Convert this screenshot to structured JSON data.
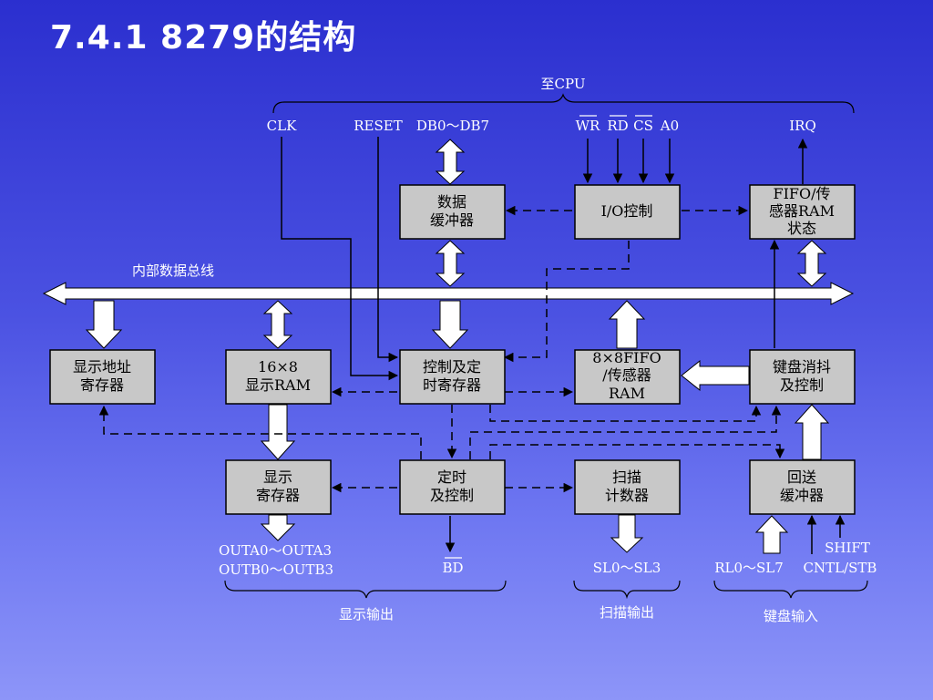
{
  "title": "7.4.1 8279的结构",
  "labels": {
    "to_cpu": "至CPU",
    "clk": "CLK",
    "reset": "RESET",
    "db": "DB0～DB7",
    "wr": "WR",
    "rd": "RD",
    "cs": "CS",
    "a0": "A0",
    "irq": "IRQ",
    "internal_bus": "内部数据总线",
    "outa": "OUTA0～OUTA3",
    "outb": "OUTB0～OUTB3",
    "bd": "BD",
    "sl": "SL0～SL3",
    "rl": "RL0～SL7",
    "shift": "SHIFT",
    "cntl": "CNTL/STB",
    "display_output": "显示输出",
    "scan_output": "扫描输出",
    "keyboard_input": "键盘输入"
  },
  "blocks": {
    "data_buffer": [
      "数据",
      "缓冲器"
    ],
    "io_control": [
      "I/O控制"
    ],
    "fifo_status": [
      "FIFO/传",
      "感器RAM",
      "状态"
    ],
    "display_addr_reg": [
      "显示地址",
      "寄存器"
    ],
    "display_ram": [
      "16×8",
      "显示RAM"
    ],
    "control_timing_reg": [
      "控制及定",
      "时寄存器"
    ],
    "fifo_ram": [
      "8×8FIFO",
      "/传感器",
      "RAM"
    ],
    "debounce_control": [
      "键盘消抖",
      "及控制"
    ],
    "display_reg": [
      "显示",
      "寄存器"
    ],
    "timing_control": [
      "定时",
      "及控制"
    ],
    "scan_counter": [
      "扫描",
      "计数器"
    ],
    "return_buffer": [
      "回送",
      "缓冲器"
    ]
  }
}
